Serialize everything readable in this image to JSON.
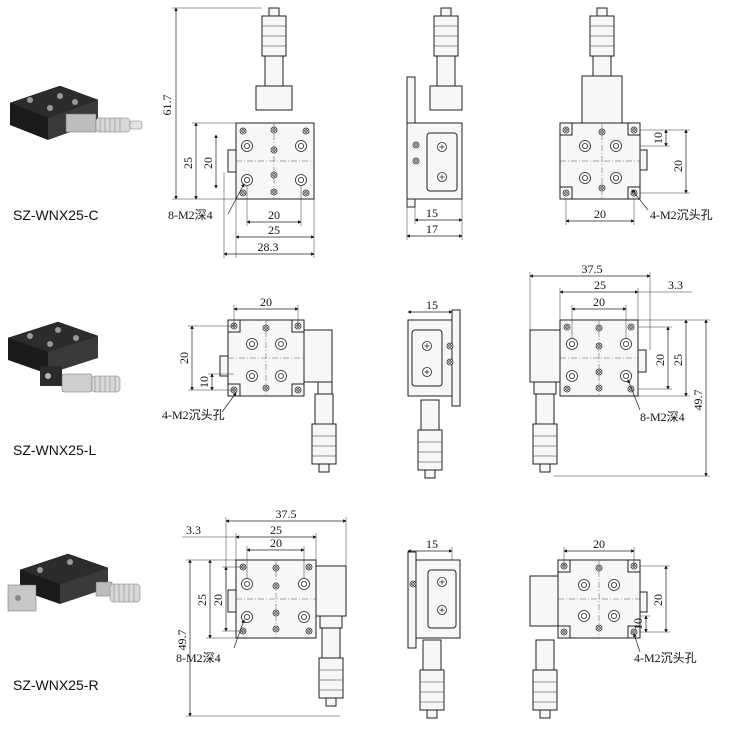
{
  "models": [
    {
      "label": "SZ-WNX25-C"
    },
    {
      "label": "SZ-WNX25-L"
    },
    {
      "label": "SZ-WNX25-R"
    }
  ],
  "row1": {
    "front": {
      "height": "61.7",
      "left_outer": "25",
      "left_inner": "20",
      "bottom_inner": "20",
      "bottom_mid": "25",
      "bottom_outer": "28.3",
      "note": "8-M2深4"
    },
    "side": {
      "inner": "15",
      "outer": "17"
    },
    "back": {
      "right_small": "10",
      "right_big": "20",
      "bottom": "20",
      "note": "4-M2沉头孔"
    }
  },
  "row2": {
    "front": {
      "top": "20",
      "left_big": "20",
      "left_small": "10",
      "note": "4-M2沉头孔"
    },
    "side": {
      "top": "15"
    },
    "back": {
      "top_outer": "37.5",
      "top_mid": "25",
      "top_inner": "20",
      "top_offset": "3.3",
      "right_inner": "20",
      "right_mid": "25",
      "right_outer": "49.7",
      "note": "8-M2深4"
    }
  },
  "row3": {
    "front": {
      "offset": "3.3",
      "top_outer": "37.5",
      "top_mid": "25",
      "top_inner": "20",
      "left_mid": "25",
      "left_inner": "20",
      "left_outer": "49.7",
      "note": "8-M2深4"
    },
    "side": {
      "top": "15"
    },
    "back": {
      "top": "20",
      "right_big": "20",
      "right_small": "10",
      "note": "4-M2沉头孔"
    }
  }
}
